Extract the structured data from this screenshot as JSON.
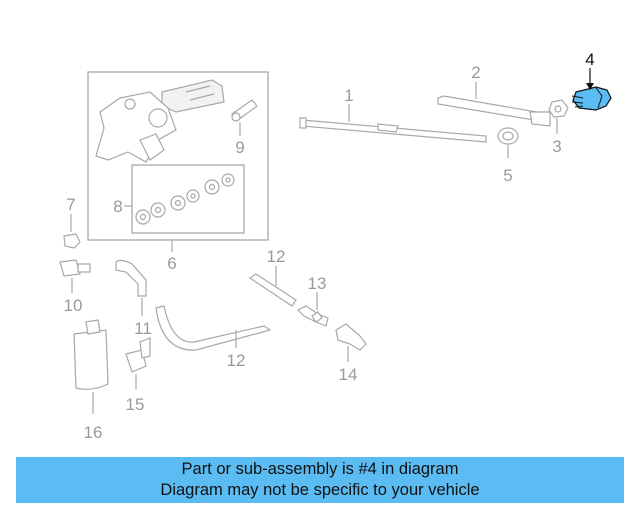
{
  "callouts": {
    "c1": "1",
    "c2": "2",
    "c3": "3",
    "c4": "4",
    "c5": "5",
    "c6": "6",
    "c7": "7",
    "c8": "8",
    "c9": "9",
    "c10": "10",
    "c11": "11",
    "c12a": "12",
    "c12b": "12",
    "c13": "13",
    "c14": "14",
    "c15": "15",
    "c16": "16"
  },
  "highlight": {
    "part": "4",
    "color": "#5bbcf3"
  },
  "banner": {
    "line1": "Part or sub-assembly is #4 in diagram",
    "line2": "Diagram may not be specific to your vehicle",
    "color": "#5bbcf3"
  }
}
